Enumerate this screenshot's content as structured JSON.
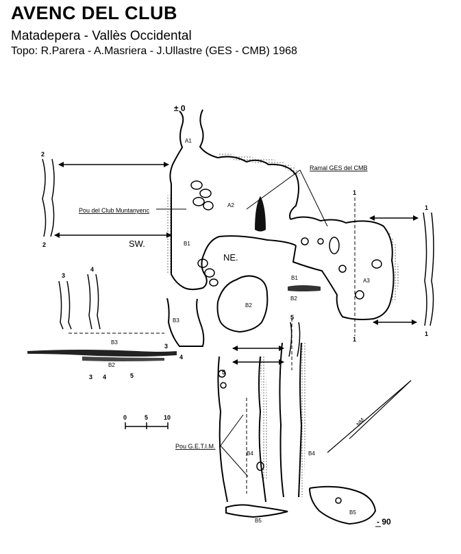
{
  "header": {
    "title": "AVENC DEL CLUB",
    "subtitle": "Matadepera - Vallès Occidental",
    "credits": "Topo: R.Parera - A.Masriera - J.Ullastre  (GES - CMB) 1968"
  },
  "map": {
    "depth_top": "± 0",
    "depth_bottom": "- 90",
    "zones": [
      "A1",
      "A2",
      "A3",
      "B1",
      "B2",
      "B3",
      "B4",
      "B5"
    ],
    "directions": {
      "sw": "SW.",
      "ne": "NE."
    },
    "annotations": {
      "ramal": "Ramal GES del CMB",
      "pou_club": "Pou del Club Muntanyenc",
      "pou_getim": "Pou G.E.T.I.M."
    },
    "section_numbers": [
      "1",
      "2",
      "3",
      "4",
      "5"
    ],
    "scale": {
      "labels": [
        "0",
        "5",
        "10"
      ]
    },
    "north": "NM"
  }
}
